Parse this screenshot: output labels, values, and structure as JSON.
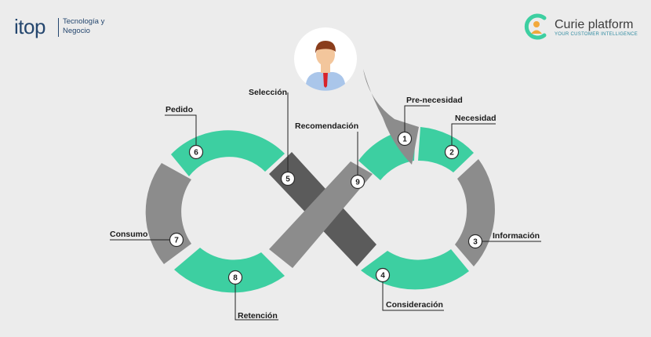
{
  "branding": {
    "itop": {
      "word": "itop",
      "tagline_line1": "Tecnología y",
      "tagline_line2": "Negocio"
    },
    "curie": {
      "name": "Curie",
      "name_suffix": "platform",
      "tagline": "YOUR CUSTOMER INTELLIGENCE"
    }
  },
  "colors": {
    "teal": "#3dcfa1",
    "gray": "#8c8c8c",
    "dark_gray": "#5b5b5b",
    "background": "#ececec"
  },
  "steps": [
    {
      "number": "1",
      "label": "Pre-necesidad"
    },
    {
      "number": "2",
      "label": "Necesidad"
    },
    {
      "number": "3",
      "label": "Información"
    },
    {
      "number": "4",
      "label": "Consideración"
    },
    {
      "number": "5",
      "label": "Selección"
    },
    {
      "number": "6",
      "label": "Pedido"
    },
    {
      "number": "7",
      "label": "Consumo"
    },
    {
      "number": "8",
      "label": "Retención"
    },
    {
      "number": "9",
      "label": "Recomendación"
    }
  ],
  "avatar": {
    "description": "customer-avatar"
  }
}
